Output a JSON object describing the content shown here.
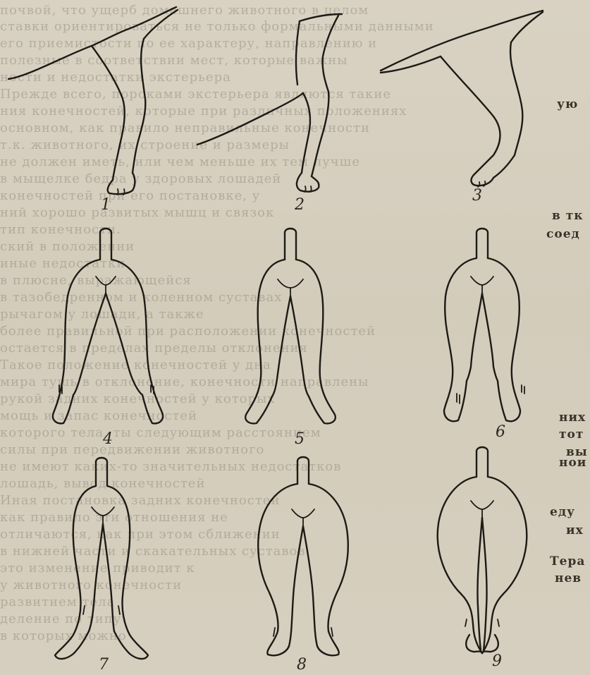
{
  "figures": [
    {
      "id": 1,
      "label": "1",
      "view": "side"
    },
    {
      "id": 2,
      "label": "2",
      "view": "side"
    },
    {
      "id": 3,
      "label": "3",
      "view": "side"
    },
    {
      "id": 4,
      "label": "4",
      "view": "rear"
    },
    {
      "id": 5,
      "label": "5",
      "view": "rear"
    },
    {
      "id": 6,
      "label": "6",
      "view": "rear"
    },
    {
      "id": 7,
      "label": "7",
      "view": "rear"
    },
    {
      "id": 8,
      "label": "8",
      "view": "rear"
    },
    {
      "id": 9,
      "label": "9",
      "view": "rear"
    }
  ],
  "margin_text": {
    "w1": "ую",
    "w2": "в тк",
    "w3": "соед",
    "w4": "них",
    "w5": "тот",
    "w6": "вы",
    "w7": "нои",
    "w8": "еду",
    "w9": "их",
    "w10": "Тера",
    "w11": "нев"
  },
  "background_lines": [
    "почвой, что ущерб домашнего животного в целом",
    "ставки ориентироваться не только формальными данными",
    "его приемистости по ее характеру, направлению и",
    "полезные в соответствии мест, которые важны",
    "ности и недостатки экстерьера",
    "Прежде всего, пороками экстерьера являются такие",
    "ния конечностей, которые при различных положениях",
    "основном, как правило неправильные конечности",
    "т.к. животного, их строение и размеры",
    "не должен иметь, или чем меньше их тем лучше",
    "в мыщелке бедра у здоровых лошадей",
    "конечностей при его постановке, у",
    "ний хорошо развитых мышц и связок",
    "тип конечности.",
    "ский в положении",
    "иные недостатки",
    "в плюсне, выражающейся",
    "в тазобедренном и коленном суставах",
    "рычагом у лошади, а также",
    "более правильной при расположении конечностей",
    "остается в пределах пределы отклонения",
    "Такое положение конечностей у дна",
    "мира тушь в отклонение, конечности направлены",
    "рукой задних конечностей у которых",
    "мощь и запас конечностей",
    "которого тела, ты следующим расстоянием",
    "силы при передвижении животного",
    "не имеют каких-то значительных недостатков",
    "лошадь, вывод конечностей",
    "Иная постановка задних конечностей",
    "как правило эти отношения не",
    "отличаются, как при этом сближении",
    "в нижней части и скакательных суставов",
    "это изменение приводит к",
    "у животного конечности",
    "развитием тела",
    "деление по типу",
    "в которых можно"
  ]
}
